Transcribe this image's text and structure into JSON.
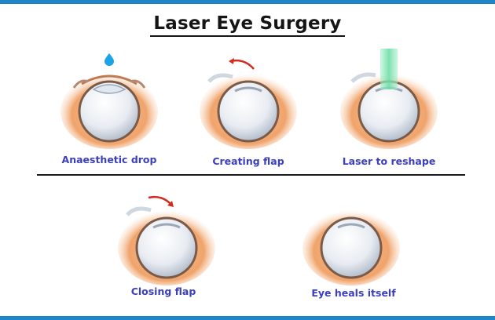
{
  "title": "Laser Eye Surgery",
  "steps": [
    {
      "label": "Anaesthetic drop"
    },
    {
      "label": "Creating flap"
    },
    {
      "label": "Laser to reshape"
    },
    {
      "label": "Closing flap"
    },
    {
      "label": "Eye heals itself"
    }
  ],
  "colors": {
    "frame": "#1f86c7",
    "caption": "#3b3fbf",
    "drop": "#1aa3e8",
    "arrow": "#d42a1c",
    "laser": "#7fe0b0",
    "skin": "#f1a774"
  }
}
